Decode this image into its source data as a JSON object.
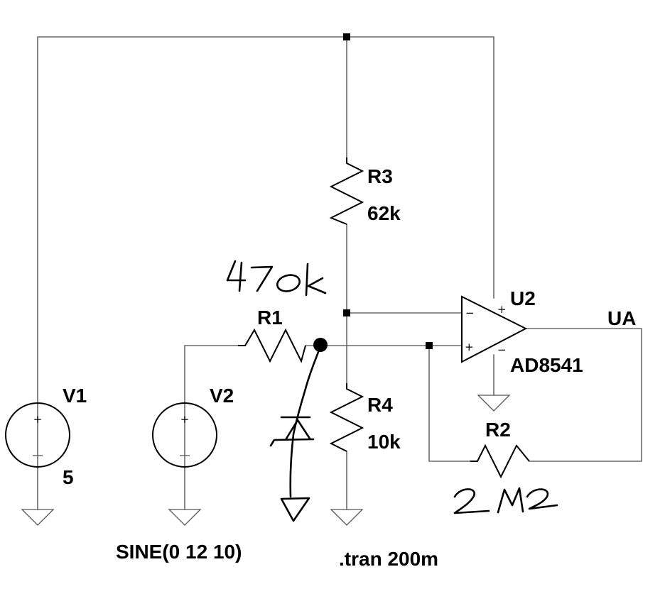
{
  "components": {
    "v1": {
      "name": "V1",
      "value": "5"
    },
    "v2": {
      "name": "V2",
      "value": "SINE(0 12 10)"
    },
    "r1": {
      "name": "R1"
    },
    "r2": {
      "name": "R2"
    },
    "r3": {
      "name": "R3",
      "value": "62k"
    },
    "r4": {
      "name": "R4",
      "value": "10k"
    },
    "u2": {
      "name": "U2",
      "value": "AD8541"
    }
  },
  "net_labels": {
    "output": "UA"
  },
  "directives": {
    "tran": ".tran 200m"
  },
  "handwritten": {
    "r1_note": "470k",
    "r2_note": "2M2"
  }
}
